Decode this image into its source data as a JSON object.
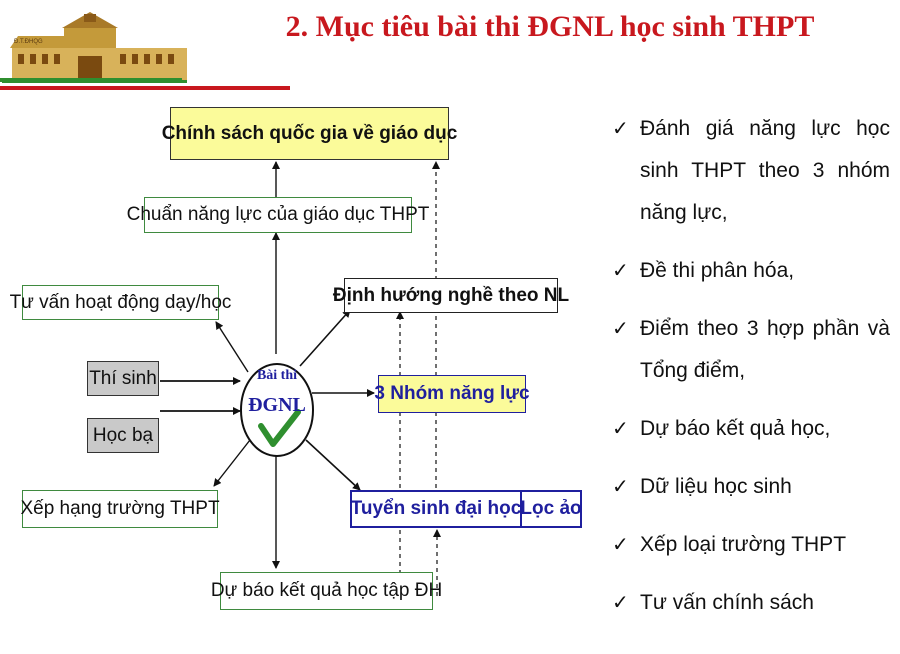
{
  "title": "2. Mục tiêu bài thi ĐGNL học sinh THPT",
  "colors": {
    "title": "#c8181e",
    "green": "#3f8a3f",
    "navy": "#1f1f9e",
    "yellow": "#fbfb9a",
    "grey": "#c9c9c9"
  },
  "diagram": {
    "center": {
      "line1": "Bài thi",
      "line2": "ĐGNL",
      "icon": "checkmark-icon"
    },
    "top_box": "Chính sách quốc gia về giáo dục",
    "standards_box": "Chuẩn năng lực của giáo dục THPT",
    "teaching_box": "Tư vấn hoạt động dạy/học",
    "career_box": "Định hướng nghề theo NL",
    "groups_box": "3 Nhóm năng lực",
    "candidate_box": "Thí sinh",
    "record_box": "Học bạ",
    "ranking_box": "Xếp hạng trường THPT",
    "admission_box": "Tuyển sinh đại học",
    "filter_box": "Lọc ảo",
    "forecast_box": "Dự báo kết quả học tập ĐH"
  },
  "bullets": [
    "Đánh giá năng lực học sinh THPT theo 3 nhóm năng lực,",
    "Đề thi phân hóa,",
    "Điểm theo 3 hợp phần và Tổng điểm,",
    "Dự báo kết quả học,",
    "Dữ liệu học sinh",
    "Xếp loại trường THPT",
    "Tư vấn chính sách"
  ],
  "bullet_icon": "checkmark-icon"
}
